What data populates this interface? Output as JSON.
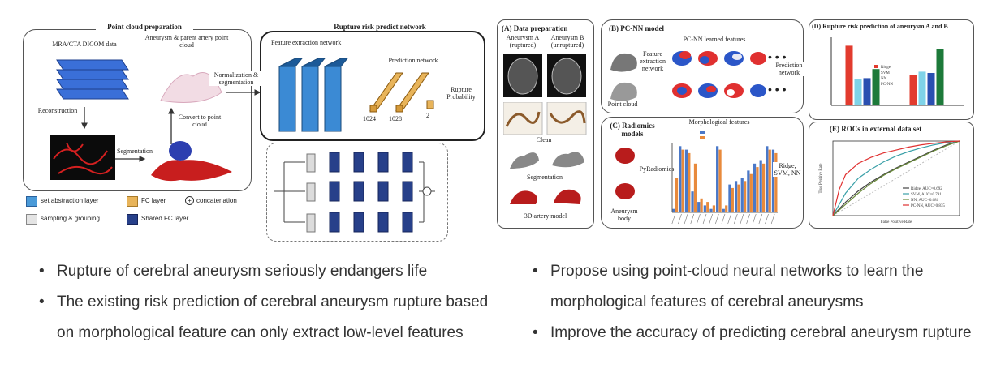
{
  "figure_left": {
    "pcp_title": "Point cloud preparation",
    "rrpn_title": "Rupture risk predict network",
    "mra_label": "MRA/CTA DICOM data",
    "aneurysm_label": "Aneurysm & parent artery point cloud",
    "recon_label": "Reconstruction",
    "convert_label": "Convert to point cloud",
    "seg_label": "Segmentation",
    "norm_label": "Normalization & segmentation",
    "fen_label": "Feature extraction network",
    "pred_label": "Prediction network",
    "rupture_label": "Rupture Probability",
    "dims": [
      "1024",
      "1028",
      "2"
    ],
    "legend": {
      "set_abs": "set abstraction layer",
      "fc": "FC layer",
      "concat": "concatenation",
      "sampling": "sampling & grouping",
      "shared_fc": "Shared FC layer"
    }
  },
  "figure_right": {
    "a_title": "(A) Data preparation",
    "b_title": "(B) PC-NN model",
    "c_title": "(C) Radiomics models",
    "d_title": "(D) Rupture risk prediction of aneurysm A and B",
    "e_title": "(E) ROCs in external data set",
    "aneurysm_a": "Aneurysm A (ruptured)",
    "aneurysm_b": "Aneurysm B (unruptured)",
    "clean": "Clean",
    "segmentation": "Segmentation",
    "artery_model": "3D artery model",
    "fen": "Feature extraction network",
    "point_cloud": "Point cloud",
    "learned": "PC-NN learned features",
    "prediction_network": "Prediction network",
    "morph": "Morphological features",
    "pyradiomics": "PyRadiomics",
    "aneurysm_body": "Aneurysm body",
    "models": "Ridge, SVM, NN",
    "roc_legend": [
      "Ridge, AUC=0.692",
      "SVM, AUC=0.791",
      "NN, AUC=0.681",
      "PC-NN, AUC=0.835"
    ],
    "roc_xlabel": "False Positive Rate",
    "roc_ylabel": "True Positive Rate"
  },
  "bullets_left": [
    "Rupture of cerebral aneurysm seriously endangers life",
    "The existing risk prediction of cerebral aneurysm rupture based on morphological feature can only extract low-level features"
  ],
  "bullets_right": [
    "Propose using point-cloud neural networks to learn the morphological features of cerebral aneurysms",
    "Improve the accuracy of predicting cerebral aneurysm rupture"
  ],
  "chart_data": [
    {
      "type": "bar",
      "title": "(D) Rupture risk prediction of aneurysm A and B",
      "series": [
        {
          "name": "Ridge",
          "values": [
            0.92,
            0.47
          ]
        },
        {
          "name": "SVM",
          "values": [
            0.4,
            0.52
          ]
        },
        {
          "name": "NN",
          "values": [
            0.42,
            0.5
          ]
        },
        {
          "name": "PC-NN",
          "values": [
            0.56,
            0.87
          ]
        }
      ],
      "colors": [
        "#e23b2e",
        "#7fd3e8",
        "#2a4fb0",
        "#1d7a3a"
      ],
      "ylim": [
        0,
        1
      ]
    },
    {
      "type": "line",
      "title": "(E) ROCs in external data set",
      "xlabel": "False Positive Rate",
      "ylabel": "True Positive Rate",
      "xlim": [
        0,
        1
      ],
      "ylim": [
        0,
        1
      ],
      "series": [
        {
          "name": "Ridge, AUC=0.692",
          "color": "#444444",
          "x": [
            0,
            0.1,
            0.2,
            0.3,
            0.4,
            0.5,
            0.6,
            0.7,
            0.8,
            0.9,
            1
          ],
          "y": [
            0,
            0.18,
            0.33,
            0.45,
            0.55,
            0.64,
            0.72,
            0.8,
            0.88,
            0.95,
            1
          ]
        },
        {
          "name": "SVM, AUC=0.791",
          "color": "#3aa0a8",
          "x": [
            0,
            0.1,
            0.2,
            0.3,
            0.4,
            0.5,
            0.6,
            0.7,
            0.8,
            0.9,
            1
          ],
          "y": [
            0,
            0.3,
            0.5,
            0.62,
            0.72,
            0.8,
            0.86,
            0.91,
            0.95,
            0.98,
            1
          ]
        },
        {
          "name": "NN, AUC=0.681",
          "color": "#6a8a3a",
          "x": [
            0,
            0.1,
            0.2,
            0.3,
            0.4,
            0.5,
            0.6,
            0.7,
            0.8,
            0.9,
            1
          ],
          "y": [
            0,
            0.15,
            0.3,
            0.43,
            0.54,
            0.63,
            0.71,
            0.79,
            0.87,
            0.94,
            1
          ]
        },
        {
          "name": "PC-NN, AUC=0.835",
          "color": "#e03030",
          "x": [
            0,
            0.05,
            0.1,
            0.2,
            0.3,
            0.4,
            0.5,
            0.6,
            0.7,
            0.8,
            0.9,
            1
          ],
          "y": [
            0,
            0.35,
            0.55,
            0.7,
            0.78,
            0.84,
            0.88,
            0.92,
            0.95,
            0.97,
            0.99,
            1
          ]
        }
      ]
    },
    {
      "type": "bar",
      "title": "Morphological features",
      "series": [
        {
          "name": "aneurysm A",
          "color": "#4a78c8",
          "values": [
            0.05,
            0.95,
            0.9,
            0.3,
            0.15,
            0.1,
            0.05,
            0.95,
            0.05,
            0.4,
            0.45,
            0.5,
            0.6,
            0.7,
            0.75,
            0.95,
            0.9
          ]
        },
        {
          "name": "aneurysm B",
          "color": "#e88a3c",
          "values": [
            0.5,
            0.9,
            0.85,
            0.7,
            0.2,
            0.15,
            0.1,
            0.9,
            0.1,
            0.35,
            0.4,
            0.45,
            0.55,
            0.65,
            0.7,
            0.9,
            0.85
          ]
        }
      ]
    }
  ]
}
